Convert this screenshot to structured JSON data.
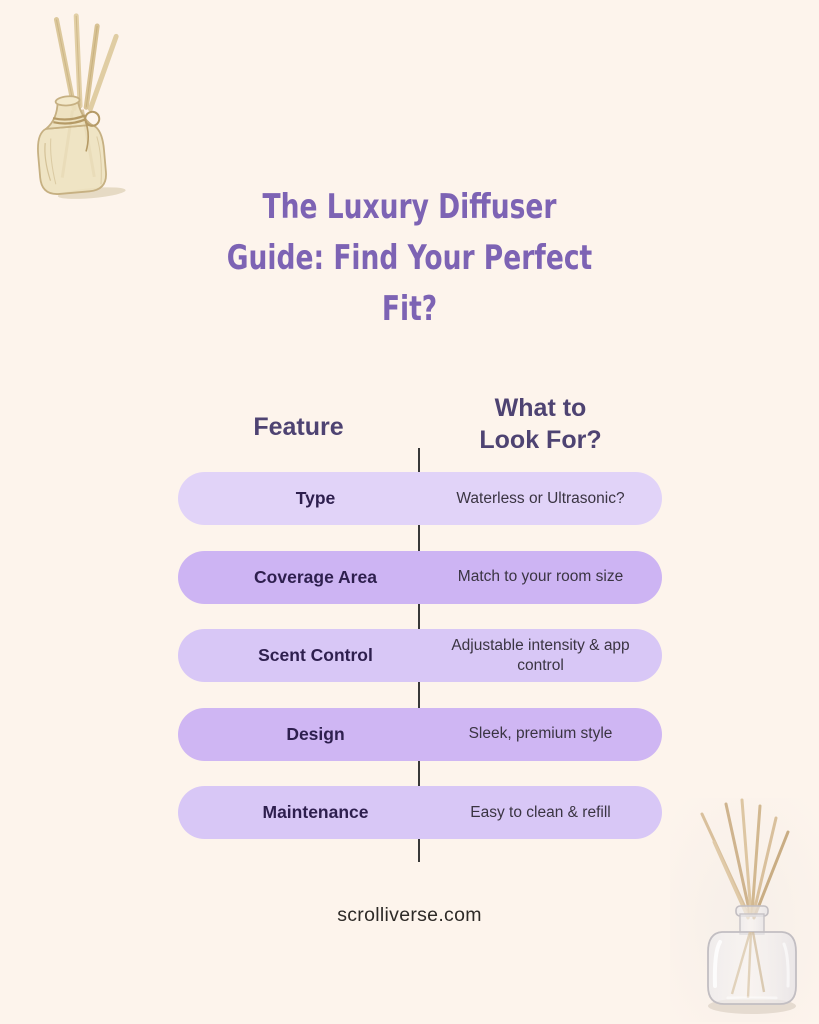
{
  "title": {
    "lines": [
      "The Luxury Diffuser",
      "Guide: Find Your Perfect",
      "Fit?"
    ]
  },
  "table": {
    "headers": {
      "feature": "Feature",
      "look_for_line1": "What to",
      "look_for_line2": "Look For?"
    },
    "rows": [
      {
        "feature": "Type",
        "look_for": "Waterless or Ultrasonic?",
        "bg": "#e1d3f8"
      },
      {
        "feature": "Coverage Area",
        "look_for": "Match to your room size",
        "bg": "#cdb4f3"
      },
      {
        "feature": "Scent Control",
        "look_for": "Adjustable intensity & app control",
        "bg": "#d8c7f6"
      },
      {
        "feature": "Design",
        "look_for": "Sleek, premium style",
        "bg": "#cfb6f3"
      },
      {
        "feature": "Maintenance",
        "look_for": "Easy to clean & refill",
        "bg": "#d8c7f6"
      }
    ]
  },
  "footer": {
    "website": "scrolliverse.com"
  },
  "decorations": {
    "top_left": "reed-diffuser-sketch-illustration",
    "bottom_right": "reed-diffuser-bottle-photo"
  },
  "colors": {
    "background": "#fdf4ec",
    "title": "#7d63b4",
    "header_text": "#4e4372",
    "row_label_text": "#2e1f4e",
    "row_value_text": "#3a3442",
    "divider": "#383838",
    "footer_text": "#2d2a27",
    "pill_light": "#e1d3f8",
    "pill_medium": "#d8c7f6",
    "pill_dark": "#cdb4f3"
  }
}
